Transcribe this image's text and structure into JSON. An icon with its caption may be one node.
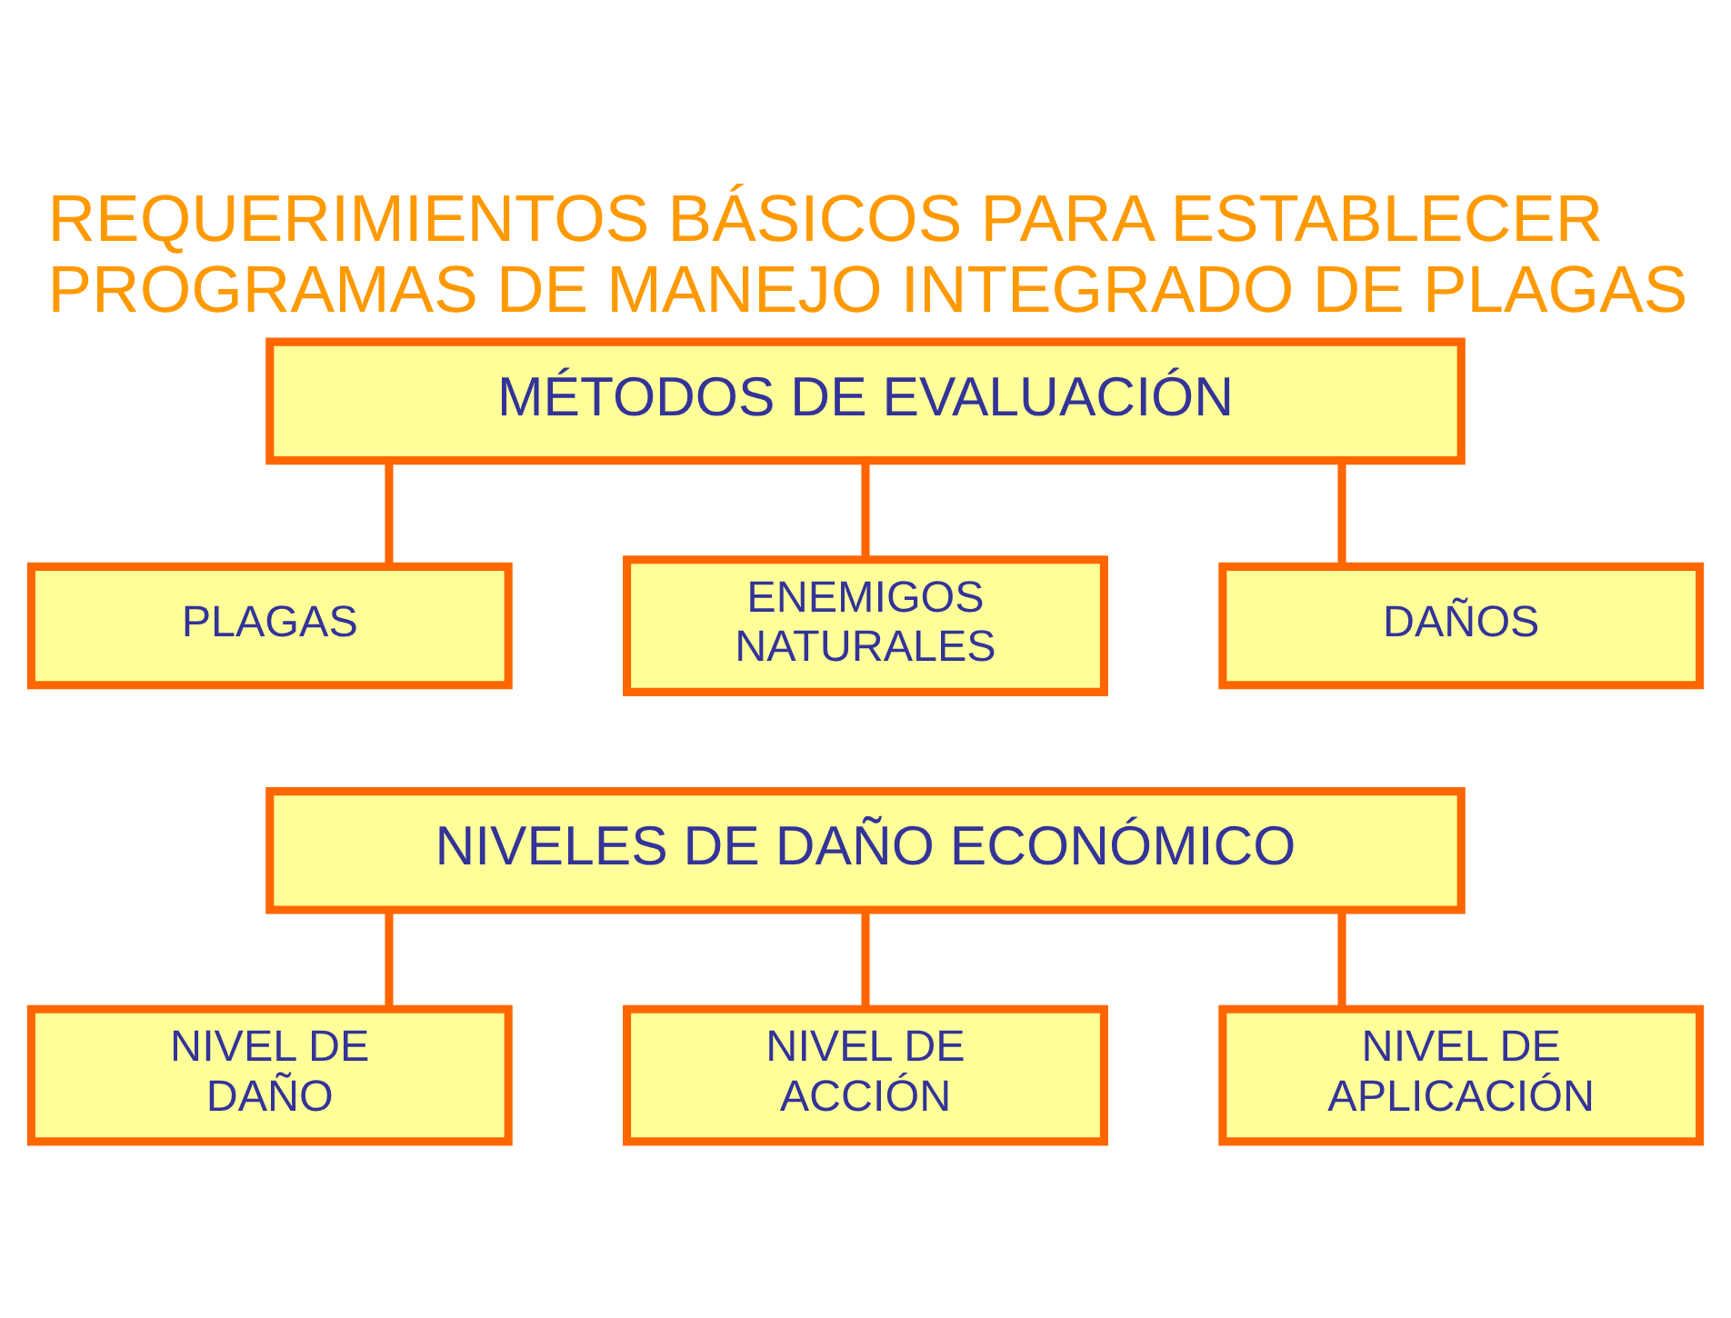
{
  "diagram": {
    "title": "REQUERIMIENTOS BÁSICOS PARA ESTABLECER PROGRAMAS DE MANEJO INTEGRADO DE PLAGAS",
    "nodes": [
      {
        "text": [
          "MÉTODOS DE EVALUACIÓN"
        ]
      },
      {
        "text": [
          "PLAGAS"
        ]
      },
      {
        "text": [
          "ENEMIGOS NATURALES"
        ]
      },
      {
        "text": [
          "DAÑOS"
        ]
      },
      {
        "text": [
          "NIVELES DE DAÑO ECONÓMICO"
        ]
      },
      {
        "text": [
          "NIVEL DE DAÑO"
        ]
      },
      {
        "text": [
          "NIVEL DE ACCIÓN"
        ]
      },
      {
        "text": [
          "NIVEL DE APLICACIÓN"
        ]
      }
    ],
    "edges": [
      {
        "from": 0,
        "to": 1,
        "arrow": "none"
      },
      {
        "from": 0,
        "to": 2,
        "arrow": "none"
      },
      {
        "from": 0,
        "to": 3,
        "arrow": "none"
      },
      {
        "from": 4,
        "to": 5,
        "arrow": "none"
      },
      {
        "from": 4,
        "to": 6,
        "arrow": "none"
      },
      {
        "from": 4,
        "to": 7,
        "arrow": "none"
      }
    ]
  }
}
